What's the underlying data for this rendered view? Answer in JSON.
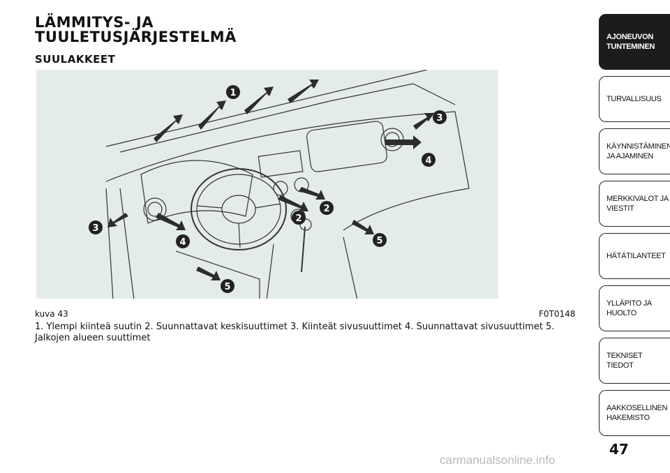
{
  "heading": {
    "title_line1": "LÄMMITYS- JA",
    "title_line2": "TUULETUSJÄRJESTELMÄ",
    "subtitle": "SUULAKKEET"
  },
  "figure": {
    "label": "kuva 43",
    "code": "F0T0148",
    "callouts": [
      "1",
      "2",
      "2",
      "3",
      "3",
      "4",
      "4",
      "5",
      "5"
    ]
  },
  "caption": "1. Ylempi kiinteä suutin 2. Suunnattavat keskisuuttimet 3. Kiinteät sivusuuttimet 4. Suunnattavat sivusuuttimet 5. Jalkojen alueen suuttimet",
  "sidebar": {
    "tabs": [
      {
        "label_line1": "AJONEUVON",
        "label_line2": "TUNTEMINEN",
        "active": true
      },
      {
        "label_line1": "TURVALLISUUS",
        "label_line2": "",
        "active": false
      },
      {
        "label_line1": "KÄYNNISTÄMINEN",
        "label_line2": "JA AJAMINEN",
        "active": false
      },
      {
        "label_line1": "MERKKIVALOT JA",
        "label_line2": "VIESTIT",
        "active": false
      },
      {
        "label_line1": "HÄTÄTILANTEET",
        "label_line2": "",
        "active": false
      },
      {
        "label_line1": "YLLÄPITO JA HUOLTO",
        "label_line2": "",
        "active": false
      },
      {
        "label_line1": "TEKNISET TIEDOT",
        "label_line2": "",
        "active": false
      },
      {
        "label_line1": "AAKKOSELLINEN",
        "label_line2": "HAKEMISTO",
        "active": false
      }
    ]
  },
  "page_number": "47",
  "watermark": "carmanualsonline.info"
}
